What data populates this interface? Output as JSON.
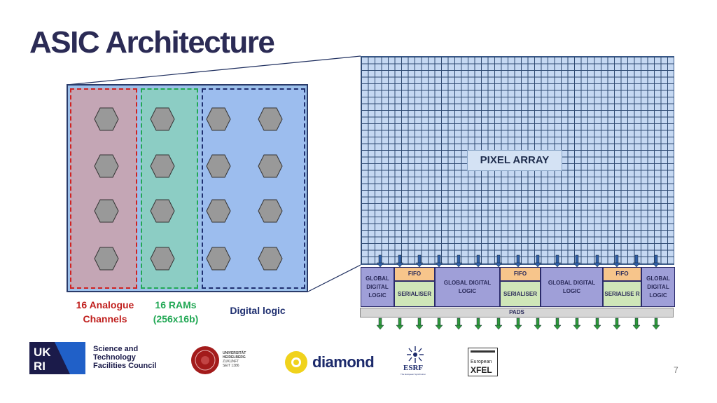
{
  "slide": {
    "title": "ASIC Architecture",
    "page_number": "7"
  },
  "chip": {
    "analog_label": "16 Analogue Channels",
    "analog_label_line1": "16 Analogue",
    "analog_label_line2": "Channels",
    "ram_label_line1": "16 RAMs",
    "ram_label_line2": "(256x16b)",
    "digital_label": "Digital logic",
    "colors": {
      "analog": "#d02222",
      "ram": "#22a855",
      "digital": "#1f2f70",
      "hexagon": "#999999"
    }
  },
  "pixel_array": {
    "label": "PIXEL ARRAY",
    "blocks": {
      "gdl_1": "GLOBAL DIGITAL LOGIC",
      "fifo_1": "FIFO",
      "ser_1": "SERIALISER",
      "gdl_2": "GLOBAL DIGITAL LOGIC",
      "fifo_2": "FIFO",
      "ser_2": "SERIALISER",
      "gdl_3": "GLOBAL DIGITAL LOGIC",
      "fifo_3": "FIFO",
      "ser_3": "SERIALISE R",
      "gdl_4": "GLOBAL DIGITAL LOGIC"
    },
    "pads": "PADS",
    "arrow_colors": {
      "input": "#2f5fa8",
      "output": "#2e9a3a"
    }
  },
  "logos": {
    "ukri_mark": "UK RI",
    "ukri_text": [
      "Science and",
      "Technology",
      "Facilities Council"
    ],
    "heidelberg_text": [
      "UNIVERSITÄT",
      "HEIDELBERG",
      "ZUKUNFT",
      "SEIT 1386"
    ],
    "diamond_text": "diamond",
    "esrf_text": "ESRF",
    "esrf_sub": "The European Synchrotron",
    "xfel_text": [
      "European",
      "XFEL"
    ]
  }
}
